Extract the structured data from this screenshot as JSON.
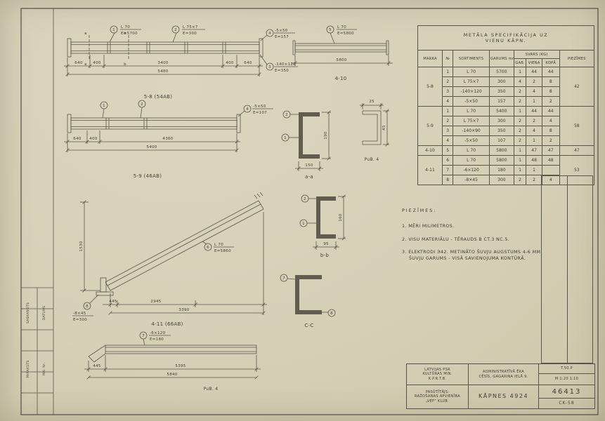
{
  "colors": {
    "paper": "#d6d0b7",
    "ink": "#5b564a"
  },
  "left_strip": {
    "items": [
      "SASKAŅOTS",
      "PARAKSTS",
      "DATUMS",
      "INV. Nr."
    ]
  },
  "spec_table": {
    "title1": "METĀLA SPECIFIKĀCIJA UZ",
    "title2": "VIENU KĀPN.",
    "h": {
      "marka": "MARKA",
      "pos": "№",
      "sort": "SORTIMENTS",
      "garums": "GARUMS mm",
      "svars": "SVARS (KG)",
      "gab": "GAB.",
      "viena": "VIENA",
      "kopa": "KOPĀ",
      "piez": "PIEZĪMES"
    },
    "marka": [
      "5-8",
      "5-9",
      "4-10",
      "4-11"
    ],
    "group_notes": [
      "42",
      "58",
      "47",
      "53"
    ],
    "rows": [
      {
        "pos": "1",
        "prof": "L 70",
        "len": "5700",
        "qty": "1",
        "unit": "44",
        "total": "44"
      },
      {
        "pos": "2",
        "prof": "L 75×7",
        "len": "300",
        "qty": "4",
        "unit": "2",
        "total": "8"
      },
      {
        "pos": "3",
        "prof": "-140×120",
        "len": "350",
        "qty": "2",
        "unit": "4",
        "total": "8"
      },
      {
        "pos": "4",
        "prof": "-5×50",
        "len": "157",
        "qty": "2",
        "unit": "1",
        "total": "2"
      },
      {
        "pos": "1",
        "prof": "L 70",
        "len": "5400",
        "qty": "1",
        "unit": "44",
        "total": "44"
      },
      {
        "pos": "2",
        "prof": "L 75×7",
        "len": "300",
        "qty": "2",
        "unit": "2",
        "total": "4"
      },
      {
        "pos": "3",
        "prof": "-140×90",
        "len": "350",
        "qty": "2",
        "unit": "4",
        "total": "8"
      },
      {
        "pos": "4",
        "prof": "-5×50",
        "len": "107",
        "qty": "2",
        "unit": "1",
        "total": "2"
      },
      {
        "pos": "5",
        "prof": "L 70",
        "len": "5800",
        "qty": "1",
        "unit": "47",
        "total": "47"
      },
      {
        "pos": "6",
        "prof": "L 70",
        "len": "5800",
        "qty": "1",
        "unit": "48",
        "total": "48"
      },
      {
        "pos": "7",
        "prof": "-6×120",
        "len": "180",
        "qty": "1",
        "unit": "1",
        "total": ""
      },
      {
        "pos": "8",
        "prof": "-8×45",
        "len": "300",
        "qty": "2",
        "unit": "2",
        "total": "4"
      }
    ]
  },
  "notes": {
    "title": "PIEZĪMES:",
    "n1": "1. MĒRI MILIMETROS.",
    "n2": "2. VISU MATERIĀLU - TĒRAUDS B CT.3 NC.5.",
    "n3": "3. ELEKTRODI Э42. METINĀTO ŠUVJU AUGSTUMS 4-6 MM.",
    "n3b": "ŠUVJU GARUMS - VISĀ SAVIENOJUMA KONTŪRĀ."
  },
  "title_block": {
    "org1": "LATVIJAS PSR",
    "org2": "KULTŪRAS MIN.",
    "org3": "K.P.R.T.B.",
    "obj1": "ADMINISTRATĪVĀ ĒKA",
    "obj2": "CĒSĪS, GAGARINA IELĀ 9.",
    "stage": "T.50.P",
    "scale": "M 1:20 1:10",
    "number": "46413",
    "sheet": "CK-58",
    "client1": "PASŪTĪTĀJS:",
    "client2": "RAŽOŠANAS APVIENĪBA",
    "client3": "„VEF” KLUB.",
    "name": "KĀPNES 4924"
  },
  "dwg": {
    "cut_a": "a",
    "cut_b": "b",
    "b1_label": "5-8 (54AB)",
    "b1_c1": "1",
    "b1_c1a": "L 70",
    "b1_c1b": "E=5700",
    "b1_c2": "2",
    "b1_c2a": "L 75×7",
    "b1_c2b": "E=300",
    "b1_c3": "3",
    "b1_c3a": "-140×120",
    "b1_c3b": "E=350",
    "b1_c4": "4",
    "b1_c4a": "-5×50",
    "b1_c4b": "E=157",
    "b1_d1": "640",
    "b1_d2": "400",
    "b1_d3": "3400",
    "b1_d4": "400",
    "b1_d5": "640",
    "b1_t": "5480",
    "b2_label": "5-9 (46AB)",
    "b2_c1": "1",
    "b2_c2": "2",
    "b2_c4": "4",
    "b2_c4a": "-5×50",
    "b2_c4b": "E=107",
    "b2_d1": "640",
    "b2_d2": "400",
    "b2_d3": "4360",
    "b2_t": "5400",
    "b3_label": "4-10",
    "b3_c5": "5",
    "b3_c5a": "L 70",
    "b3_c5b": "E=5800",
    "b3_d": "5800",
    "sa_label": "a-a",
    "sa_b1": "1",
    "sa_b2": "2",
    "sa_d1": "150",
    "sa_d2": "190",
    "pa_label": "PuB. 4",
    "pa_d1": "25",
    "pa_d2": "45",
    "sb_label": "b-b",
    "sb_b1": "1",
    "sb_b2": "2",
    "sb_d1": "95",
    "sb_d2": "160",
    "sc_label": "C-C",
    "sc_b1": "7",
    "sc_b2": "8",
    "st_label": "4-11 (66AB)",
    "st_c6": "6",
    "st_c6a": "L 70",
    "st_c6b": "E=5860",
    "st_c8": "8",
    "st_c8a": "-8×45",
    "st_c8b": "E=300",
    "st_v": "1530",
    "st_d1": "445",
    "st_d2": "2945",
    "st_t": "3390",
    "b4_label": "PuB. 4",
    "b4_c7": "7",
    "b4_c7a": "-6×120",
    "b4_c7b": "E=180",
    "b4_d1": "445",
    "b4_d2": "5395",
    "b4_t": "5840"
  }
}
